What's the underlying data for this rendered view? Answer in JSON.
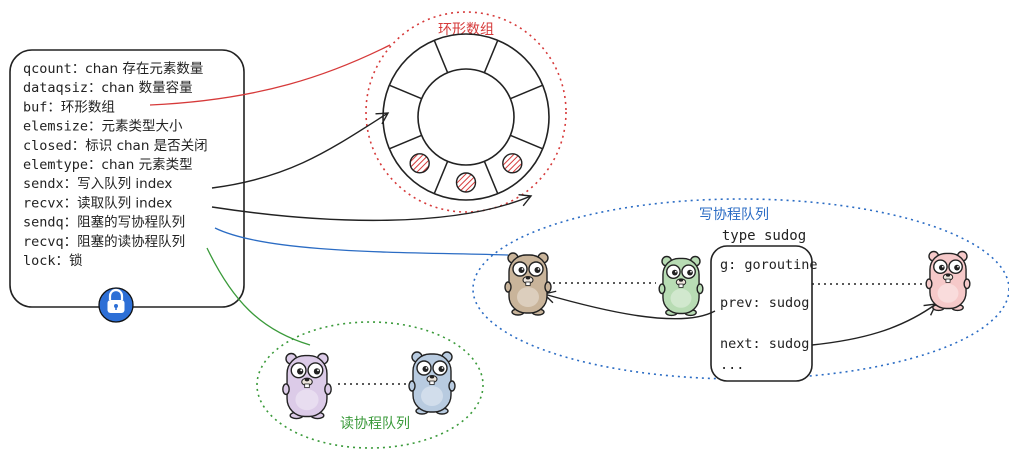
{
  "struct": {
    "fields": [
      {
        "name": "qcount",
        "desc": "chan 存在元素数量"
      },
      {
        "name": "dataqsiz",
        "desc": "chan 数量容量"
      },
      {
        "name": "buf",
        "desc": "环形数组"
      },
      {
        "name": "elemsize",
        "desc": "元素类型大小"
      },
      {
        "name": "closed",
        "desc": "标识 chan 是否关闭"
      },
      {
        "name": "elemtype",
        "desc": "chan 元素类型"
      },
      {
        "name": "sendx",
        "desc": "写入队列 index"
      },
      {
        "name": "recvx",
        "desc": "读取队列 index"
      },
      {
        "name": "sendq",
        "desc": "阻塞的写协程队列"
      },
      {
        "name": "recvq",
        "desc": "阻塞的读协程队列"
      },
      {
        "name": "lock",
        "desc": "锁"
      }
    ],
    "separator": "："
  },
  "ring_buffer": {
    "title": "环形数组",
    "segments": 8,
    "filled_slots": 3
  },
  "send_queue": {
    "title": "写协程队列",
    "sudog": {
      "type_label": "type sudog",
      "fields": [
        "g: goroutine",
        "prev: sudog",
        "next: sudog",
        "..."
      ]
    }
  },
  "recv_queue": {
    "title": "读协程队列"
  },
  "colors": {
    "ink": "#222222",
    "red": "#d63a3a",
    "blue": "#2b6cc4",
    "green": "#3a9a3a",
    "lock": "#2d6fd6",
    "gopher_brown": "#c9b49a",
    "gopher_green": "#b8dcb4",
    "gopher_pink": "#f6c9c9",
    "gopher_purple": "#dccbe8",
    "gopher_blue": "#b8cbe0"
  },
  "icons": [
    "lock-icon",
    "gopher-icon"
  ]
}
